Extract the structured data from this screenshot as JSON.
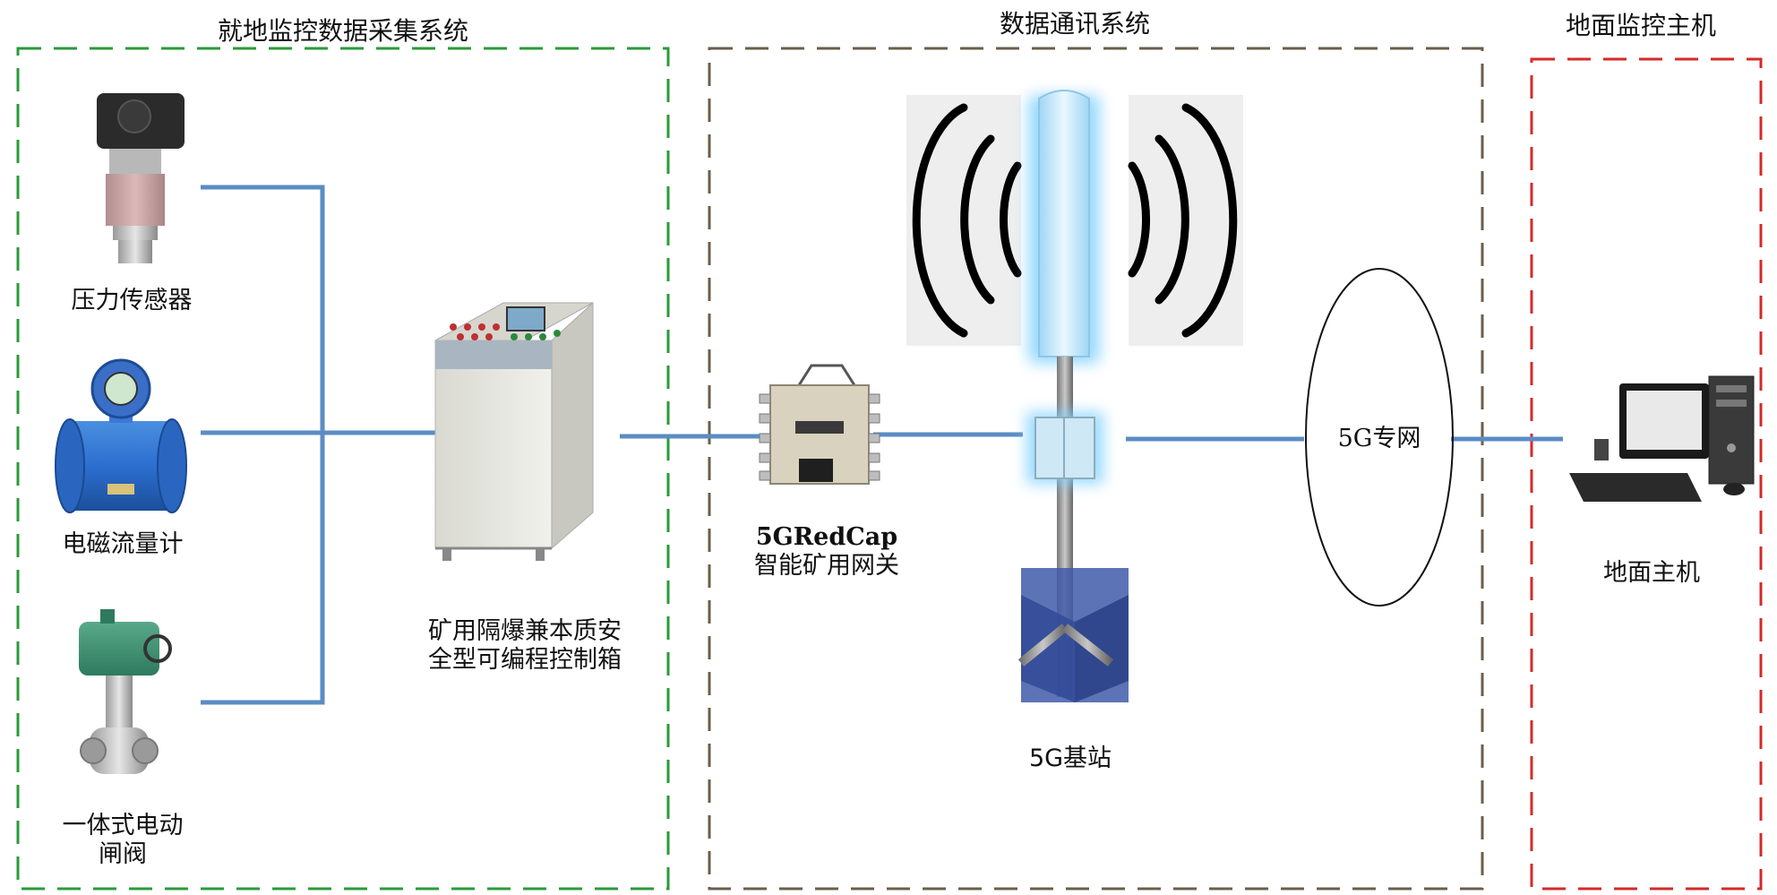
{
  "sections": {
    "local": {
      "title": "就地监控数据采集系统",
      "color": "#2a9a3a"
    },
    "comm": {
      "title": "数据通讯系统",
      "color": "#6b5e4a"
    },
    "ground": {
      "title": "地面监控主机",
      "color": "#d42a2a"
    }
  },
  "devices": {
    "pressure_sensor": "压力传感器",
    "flow_meter": "电磁流量计",
    "valve_line1": "一体式电动",
    "valve_line2": "闸阀",
    "controller_line1": "矿用隔爆兼本质安",
    "controller_line2": "全型可编程控制箱",
    "gateway_line1": "5GRedCap",
    "gateway_line2": "智能矿用网关",
    "base_station": "5G基站",
    "private_network": "5G专网",
    "host": "地面主机"
  },
  "colors": {
    "connector": "#5b8cc4"
  }
}
